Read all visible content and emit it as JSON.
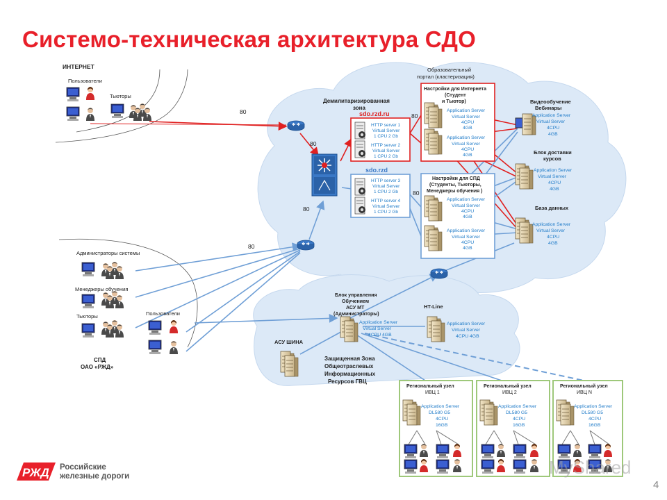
{
  "title": "Системо-техническая архитектура СДО",
  "labels": {
    "internet": "ИНТЕРНЕТ",
    "users_top": "Пользователи",
    "tutors_top": "Тьюторы",
    "port_80_a": "80",
    "port_80_b": "80",
    "port_80_c": "80",
    "port_80_d": "80",
    "port_80_e": "80",
    "dmz_line1": "Демилитаризированная",
    "dmz_line2": "зона",
    "sdo_rzd_ru": "sdo.rzd.ru",
    "sdo_rzd": "sdo.rzd",
    "http1_a": "HTTP server 1",
    "http1_b": "Virtual Server",
    "http1_c": "1 CPU 2 Gb",
    "http2_a": "HTTP server 2",
    "http2_b": "Virtual Server",
    "http2_c": "1 CPU 2 Gb",
    "http3_a": "HTTP server 3",
    "http3_b": "Virtual Server",
    "http3_c": "1 CPU 2 Gb",
    "http4_a": "HTTP server 4",
    "http4_b": "Virtual Server",
    "http4_c": "1 CPU 2 Gb",
    "portal_line1": "Образовательный",
    "portal_line2": "портал (кластеризация)",
    "inet_box_1": "Настройки для Интернета",
    "inet_box_2": "(Студент",
    "inet_box_3": "и Тьютор)",
    "spd_box_1": "Настройки для СПД",
    "spd_box_2": "(Студенты, Тьюторы,",
    "spd_box_3": "Менеджеры обучения )",
    "app_a": "Application Server",
    "app_b": "Virtual Server",
    "app_c": "4CPU",
    "app_d": "4GB",
    "video_1": "Видеообучение",
    "video_2": "Вебинары",
    "delivery_1": "Блок доставки",
    "delivery_2": "курсов",
    "database": "База данных",
    "admins": "Администраторы системы",
    "managers": "Менеджеры обучения",
    "tutors_bottom": "Тьюторы",
    "users_bottom": "Пользователи",
    "spd_1": "СПД",
    "spd_2": "ОАО «РЖД»",
    "mgmt_1": "Блок управления",
    "mgmt_2": "Обучением",
    "mgmt_3": "АСУ МТ",
    "mgmt_4": "(Администраторы)",
    "mgmt_app_c": "4CPU 4GB",
    "htline": "HT-Line",
    "htline_app_c": "4CPU 4GB",
    "asu_shina": "АСУ ШИНА",
    "protected_1": "Защищенная Зона",
    "protected_2": "Общеотраслевых",
    "protected_3": "Информационных",
    "protected_4": "Ресурсов ГВЦ",
    "reg1_1": "Региональный узел",
    "reg1_2": "ИВЦ 1",
    "reg2_1": "Региональный узел",
    "reg2_2": "ИВЦ 2",
    "regn_1": "Региональный узел",
    "regn_2": "ИВЦ N",
    "dl_b": "DL580 G5",
    "dl_d": "16GB"
  },
  "logo": {
    "line1": "Российские",
    "line2": "железные дороги"
  },
  "watermark": "MyShared",
  "page_number": "4",
  "colors": {
    "title": "#e8202a",
    "red_link": "#e02020",
    "blue_link": "#6f9fd6",
    "cloud": "#dce9f7",
    "green_box": "#9ec87a",
    "server_text": "#1f7bc8"
  }
}
